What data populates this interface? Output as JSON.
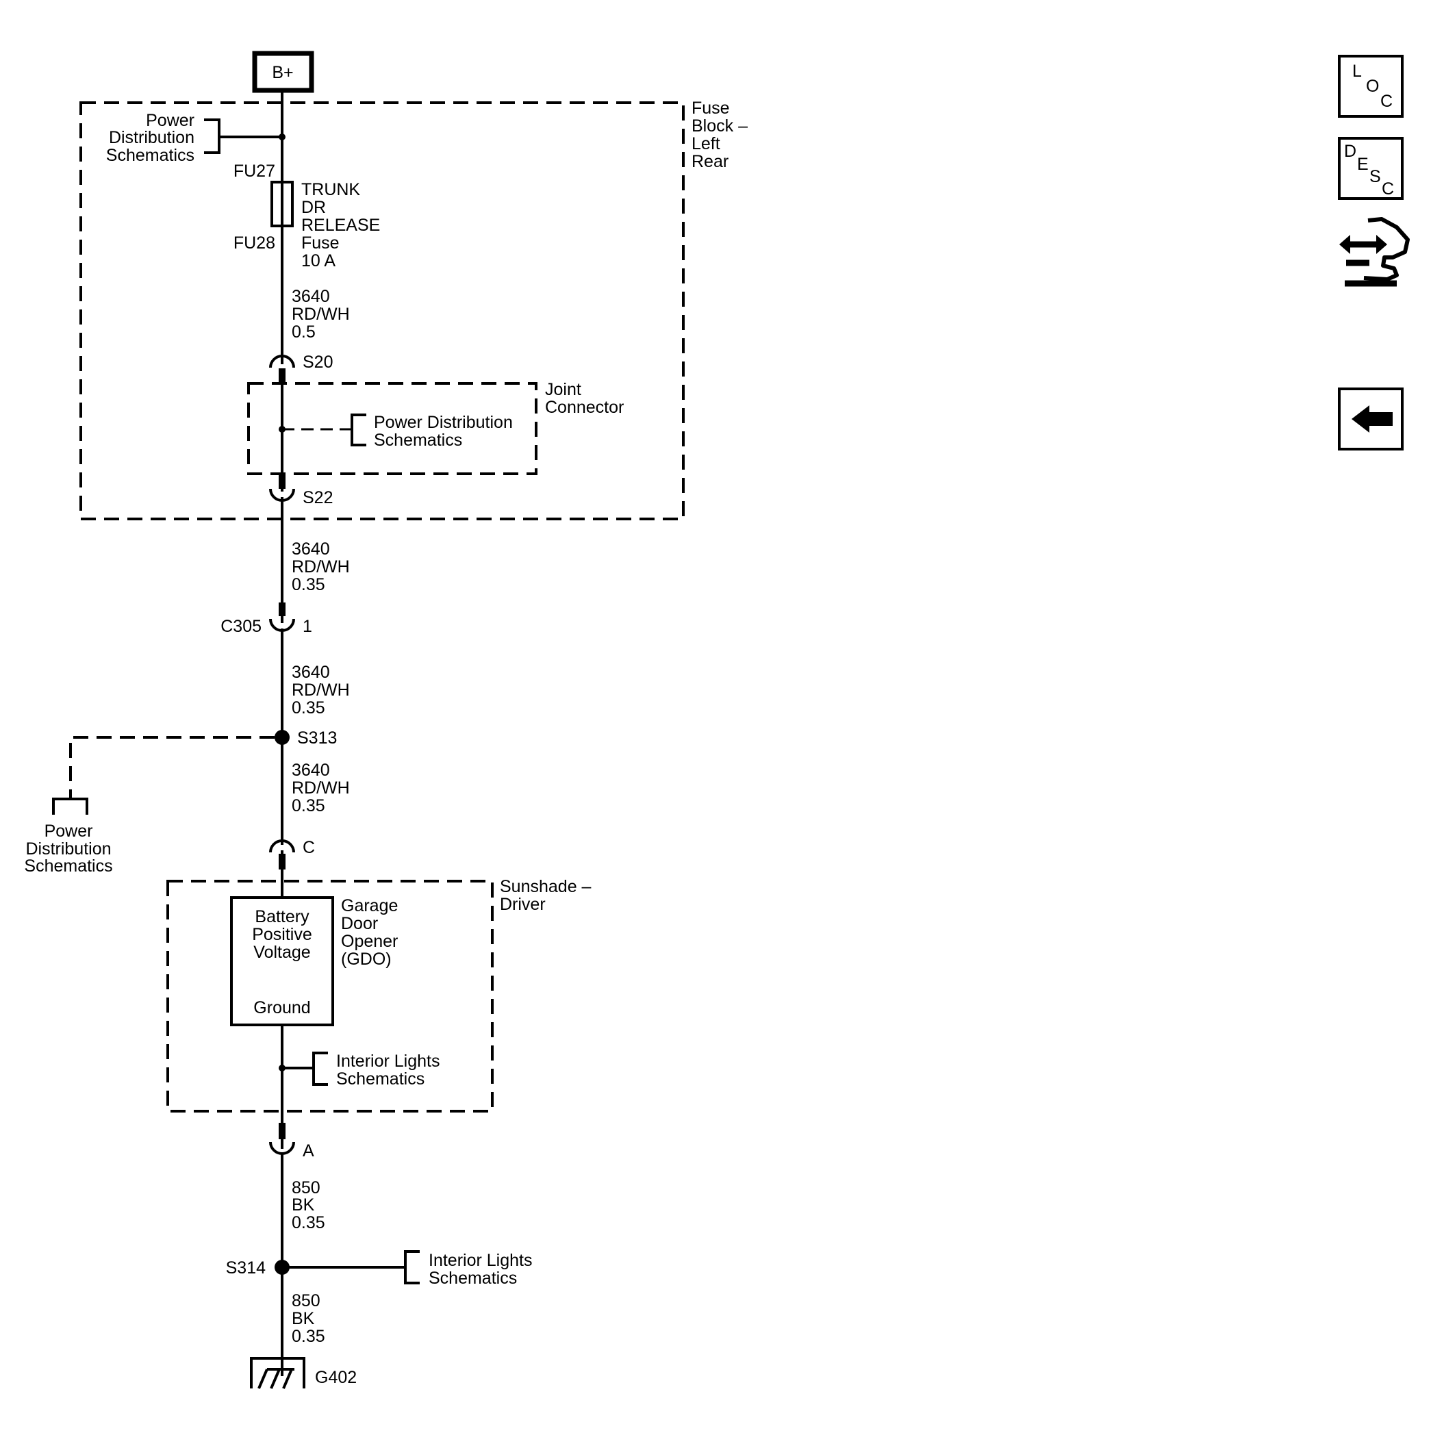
{
  "power_source": "B+",
  "fuse_block": {
    "name_lines": [
      "Fuse",
      "Block –",
      "Left",
      "Rear"
    ],
    "power_dist_ref": [
      "Power",
      "Distribution",
      "Schematics"
    ],
    "fuse_in_terminal": "FU27",
    "fuse_out_terminal": "FU28",
    "fuse_label": [
      "TRUNK",
      "DR",
      "RELEASE",
      "Fuse",
      "10 A"
    ],
    "wire": [
      "3640",
      "RD/WH",
      "0.5"
    ],
    "splice_top": "S20",
    "splice_bottom": "S22",
    "joint_connector": {
      "name_lines": [
        "Joint",
        "Connector"
      ],
      "ref": [
        "Power Distribution",
        "Schematics"
      ]
    }
  },
  "wire_a": [
    "3640",
    "RD/WH",
    "0.35"
  ],
  "connector_c305": {
    "name": "C305",
    "pin": "1"
  },
  "wire_b": [
    "3640",
    "RD/WH",
    "0.35"
  ],
  "splice_s313": "S313",
  "left_ref": [
    "Power",
    "Distribution",
    "Schematics"
  ],
  "wire_c": [
    "3640",
    "RD/WH",
    "0.35"
  ],
  "connector_c": "C",
  "sunshade": {
    "name_lines": [
      "Sunshade –",
      "Driver"
    ],
    "gdo_lines": [
      "Garage",
      "Door",
      "Opener",
      "(GDO)"
    ],
    "inner_box_lines": [
      "Battery",
      "Positive",
      "Voltage"
    ],
    "ground_label": "Ground",
    "ref": [
      "Interior Lights",
      "Schematics"
    ]
  },
  "connector_a": "A",
  "wire_d": [
    "850",
    "BK",
    "0.35"
  ],
  "splice_s314": "S314",
  "s314_ref": [
    "Interior Lights",
    "Schematics"
  ],
  "wire_e": [
    "850",
    "BK",
    "0.35"
  ],
  "ground": "G402",
  "nav": {
    "loc": [
      "L",
      "O",
      "C"
    ],
    "desc": [
      "D",
      "E",
      "S",
      "C"
    ],
    "colors": {
      "ink": "#000000",
      "background": "#ffffff"
    }
  }
}
